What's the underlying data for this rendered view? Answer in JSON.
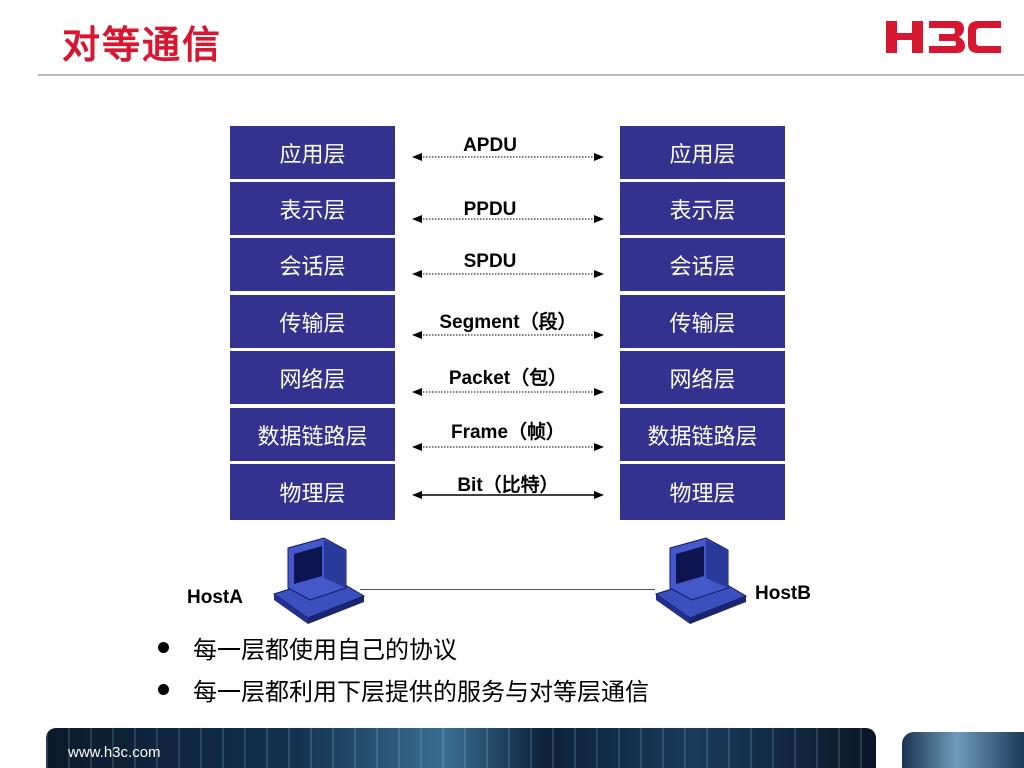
{
  "title": "对等通信",
  "logo_text": "H3C",
  "host_a": {
    "name": "HostA",
    "layers": [
      "应用层",
      "表示层",
      "会话层",
      "传输层",
      "网络层",
      "数据链路层",
      "物理层"
    ]
  },
  "host_b": {
    "name": "HostB",
    "layers": [
      "应用层",
      "表示层",
      "会话层",
      "传输层",
      "网络层",
      "数据链路层",
      "物理层"
    ]
  },
  "pdus": [
    "APDU",
    "PPDU",
    "SPDU",
    "Segment（段）",
    "Packet（包）",
    "Frame（帧）",
    "Bit（比特）"
  ],
  "bullets": [
    "每一层都使用自己的协议",
    "每一层都利用下层提供的服务与对等层通信"
  ],
  "footer_url": "www.h3c.com",
  "colors": {
    "title": "#d7172f",
    "layer_bg": "#33338f",
    "logo": "#d7172f"
  }
}
